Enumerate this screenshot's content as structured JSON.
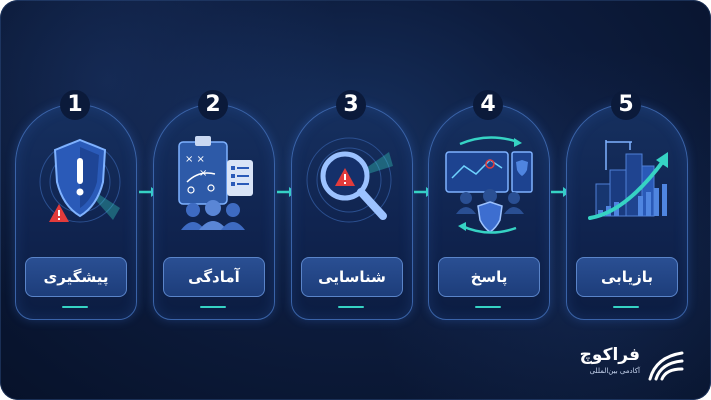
{
  "steps": [
    {
      "number": "1",
      "label": "پیشگیری",
      "icon": "shield-warning-icon"
    },
    {
      "number": "2",
      "label": "آمادگی",
      "icon": "clipboard-team-icon"
    },
    {
      "number": "3",
      "label": "شناسایی",
      "icon": "magnifier-alert-icon"
    },
    {
      "number": "4",
      "label": "پاسخ",
      "icon": "response-team-icon"
    },
    {
      "number": "5",
      "label": "بازیابی",
      "icon": "growth-chart-icon"
    }
  ],
  "brand": {
    "name": "فراکوچ",
    "tagline": "آکادمی بین‌المللی"
  },
  "colors": {
    "background": "#0d1c3d",
    "card_border": "#3a63a8",
    "accent": "#36d3c4",
    "label_fill": "#1d3d7a"
  }
}
